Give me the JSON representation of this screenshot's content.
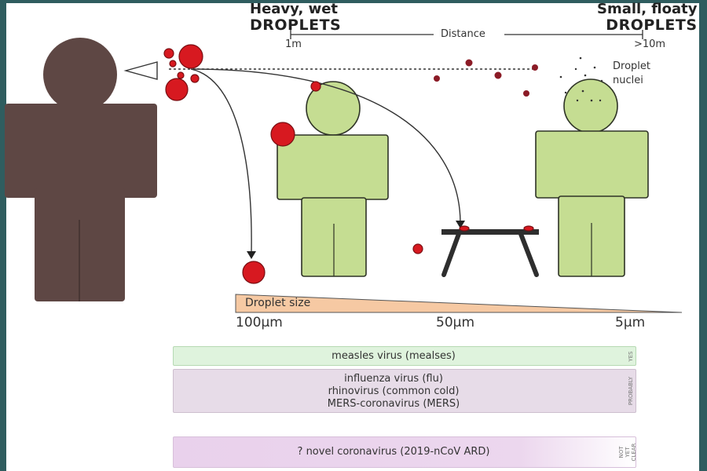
{
  "header": {
    "left_line1": "Heavy, wet",
    "left_line2": "DROPLETS",
    "right_line1": "Small, floaty",
    "right_line2": "DROPLETS"
  },
  "distance_scale": {
    "start_label": "1m",
    "label": "Distance",
    "end_label": ">10m"
  },
  "droplet_nuclei_label": [
    "Droplet",
    "nuclei"
  ],
  "droplet_size": {
    "title": "Droplet size",
    "ticks": [
      "100µm",
      "50µm",
      "5µm"
    ]
  },
  "colors": {
    "infected_person": "#5e4744",
    "bystander": "#c5dd92",
    "droplet": "#d71920",
    "droplet_small": "#8b1b26",
    "size_wedge": "#f6c9a3"
  },
  "categories": [
    {
      "tag": "YES",
      "lines": [
        "measles virus (mealses)"
      ]
    },
    {
      "tag": "PROBABLY",
      "lines": [
        "influenza virus (flu)",
        "rhinovirus (common cold)",
        "MERS-coronavirus (MERS)"
      ]
    },
    {
      "tag": "NOT YET CLEAR",
      "lines": [
        "? novel coronavirus (2019-nCoV ARD)"
      ]
    }
  ]
}
